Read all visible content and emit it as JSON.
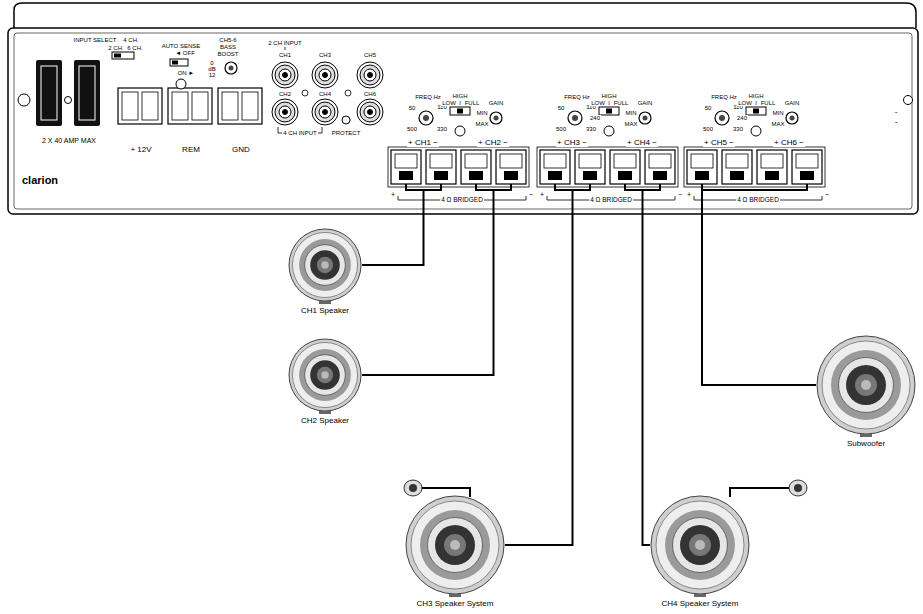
{
  "diagram": {
    "nodes": [
      {
        "text": [
          "clarion"
        ]
      },
      {
        "text": [
          "CH1 Speaker"
        ]
      },
      {
        "text": [
          "CH2 Speaker"
        ]
      },
      {
        "text": [
          "CH3 Speaker System"
        ]
      },
      {
        "text": [
          "CH4 Speaker System"
        ]
      },
      {
        "text": [
          "Subwoofer"
        ]
      }
    ],
    "edges": [
      {
        "from": 0,
        "to": 1,
        "arrow": "none"
      },
      {
        "from": 0,
        "to": 2,
        "arrow": "none"
      },
      {
        "from": 0,
        "to": 3,
        "arrow": "none"
      },
      {
        "from": 0,
        "to": 4,
        "arrow": "none"
      },
      {
        "from": 0,
        "to": 5,
        "arrow": "none"
      }
    ],
    "labels": [
      "INPUT SELECT",
      "4 CH.",
      "2 CH.",
      "6 CH.",
      "AUTO SENSE",
      "◄ OFF",
      "ON ►",
      "CH5-6",
      "BASS",
      "BOOST",
      "0",
      "dB",
      "12",
      "2 CH INPUT",
      "CH1",
      "CH3",
      "CH5",
      "CH2",
      "CH4",
      "CH6",
      "4 CH INPUT",
      "PROTECT",
      "2 X 40 AMP MAX",
      "+ 12V",
      "REM",
      "GND",
      "FREQ Hz",
      "50",
      "110",
      "500",
      "330",
      "HIGH",
      "LOW",
      "I",
      "FULL",
      "GAIN",
      "MIN",
      "MAX",
      "+ CH1 −",
      "+ CH2 −",
      "4 Ω BRIDGED",
      "+",
      "−",
      "FREQ Hz",
      "50",
      "110",
      "240",
      "500",
      "330",
      "HIGH",
      "LOW",
      "I",
      "FULL",
      "GAIN",
      "MIN",
      "MAX",
      "+ CH3 −",
      "+ CH4 −",
      "4 Ω BRIDGED",
      "+",
      "−",
      "FREQ Hz",
      "50",
      "110",
      "240",
      "500",
      "330",
      "HIGH",
      "LOW",
      "I",
      "FULL",
      "GAIN",
      "MIN",
      "MAX",
      "+ CH5 −",
      "+ CH6 −",
      "4 Ω BRIDGED",
      "+",
      "−",
      "-",
      "-"
    ]
  }
}
